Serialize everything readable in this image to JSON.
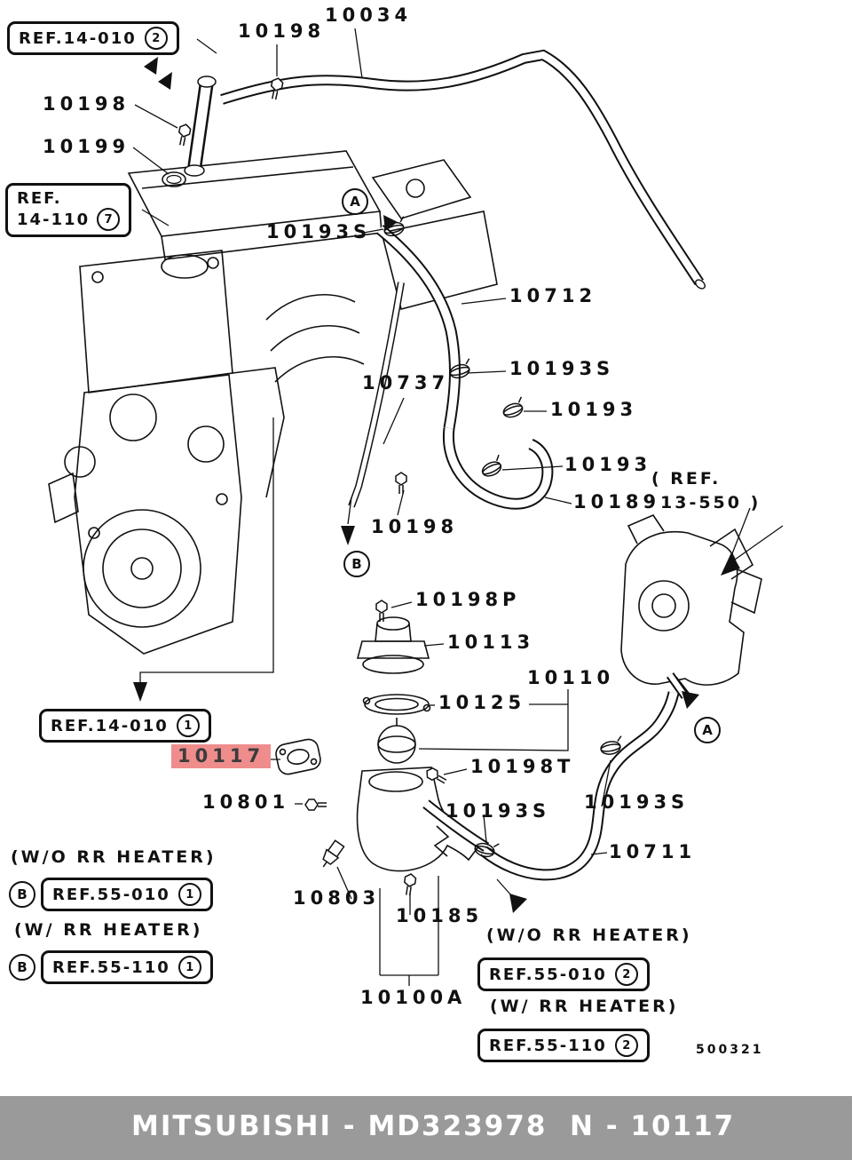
{
  "parts": {
    "n10034": "10034",
    "n10198_top": "10198",
    "n10198_left": "10198",
    "n10199": "10199",
    "n10193s_1": "10193S",
    "n10712": "10712",
    "n10193s_2": "10193S",
    "n10737": "10737",
    "n10193_1": "10193",
    "n10193_2": "10193",
    "n10189": "10189",
    "n10198_mid": "10198",
    "n10198p": "10198P",
    "n10113": "10113",
    "n10110": "10110",
    "n10125": "10125",
    "n10117": "10117",
    "n10801": "10801",
    "n10198t": "10198T",
    "n10193s_3": "10193S",
    "n10193s_4": "10193S",
    "n10711": "10711",
    "n10803": "10803",
    "n10185": "10185",
    "n10100a": "10100A"
  },
  "refs": {
    "top": {
      "label": "REF.14-010",
      "num": "2"
    },
    "left": {
      "line1": "REF.",
      "line2": "14-110",
      "num": "7"
    },
    "pump": {
      "line1": "( REF.",
      "line2": "13-550 )"
    },
    "mid": {
      "label": "REF.14-010",
      "num": "1"
    },
    "b1": {
      "heading": "(W/O RR HEATER)",
      "marker": "B",
      "label": "REF.55-010",
      "num": "1"
    },
    "b2": {
      "heading": "(W/ RR HEATER)",
      "marker": "B",
      "label": "REF.55-110",
      "num": "1"
    },
    "r1": {
      "heading": "(W/O RR HEATER)",
      "label": "REF.55-010",
      "num": "2"
    },
    "r2": {
      "heading": "(W/ RR HEATER)",
      "label": "REF.55-110",
      "num": "2"
    }
  },
  "markers": {
    "a_top": "A",
    "b_mid": "B",
    "a_right": "A"
  },
  "plate_code": "500321",
  "footer": {
    "left": "MITSUBISHI - MD323978",
    "right": "N - 10117"
  }
}
